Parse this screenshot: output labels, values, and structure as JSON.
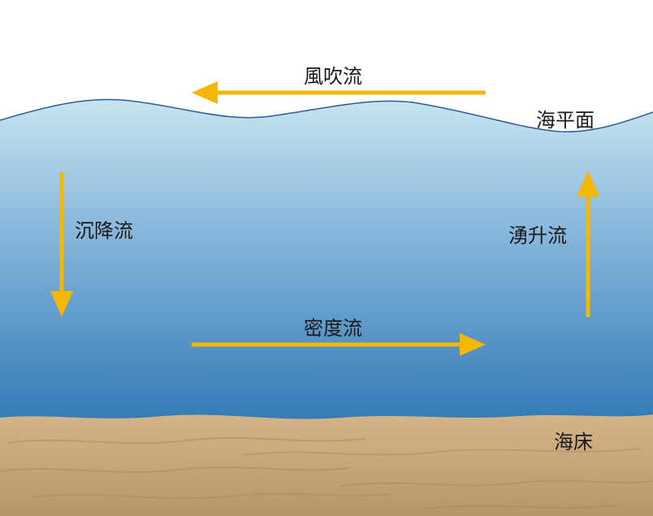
{
  "labels": {
    "wind_current": "風吹流",
    "sea_surface": "海平面",
    "downwelling": "沉降流",
    "upwelling": "湧升流",
    "density_current": "密度流",
    "seabed": "海床"
  },
  "colors": {
    "arrow": "#f5b800",
    "water_top": "#c7e5f0",
    "water_bottom": "#2f78b5",
    "surface_line": "#2b5d9c",
    "sand_light": "#d6b48a",
    "sand_dark": "#a9865e"
  }
}
